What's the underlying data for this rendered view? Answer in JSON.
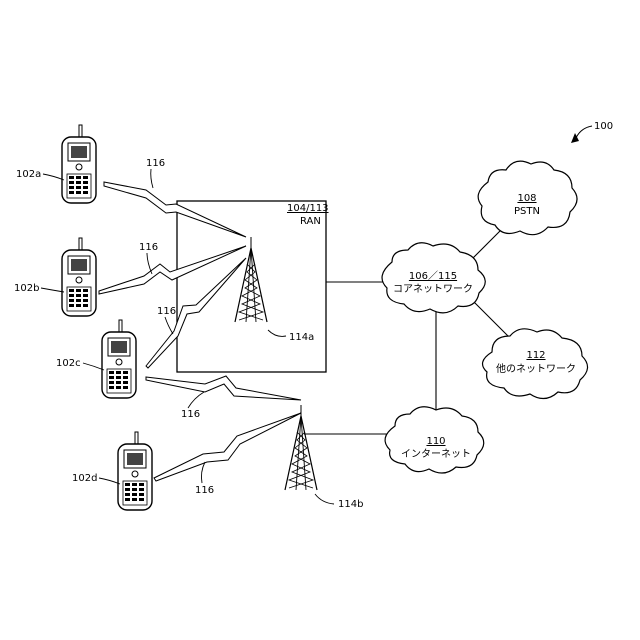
{
  "figure_number": "100",
  "ran": {
    "ref": "104/113",
    "label": "RAN"
  },
  "core": {
    "ref": "106／115",
    "label": "コアネットワーク"
  },
  "pstn": {
    "ref": "108",
    "label": "PSTN"
  },
  "other": {
    "ref": "112",
    "label": "他のネットワーク"
  },
  "internet": {
    "ref": "110",
    "label": "インターネット"
  },
  "phones": [
    "102a",
    "102b",
    "102c",
    "102d"
  ],
  "towers": [
    "114a",
    "114b"
  ],
  "link_label": "116"
}
